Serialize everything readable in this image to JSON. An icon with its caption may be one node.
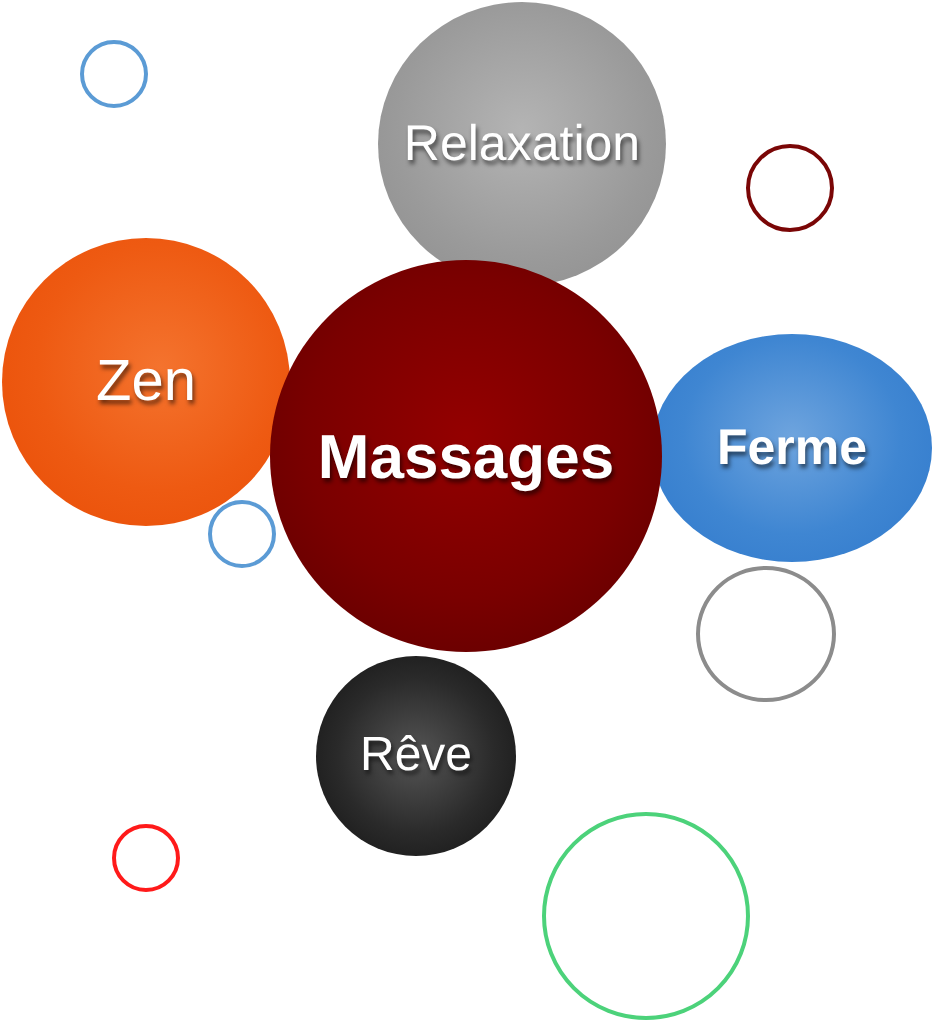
{
  "diagram": {
    "nodes": [
      {
        "text": [],
        "shape": "circle"
      },
      {
        "text": [
          "Relaxation"
        ]
      },
      {
        "text": [],
        "shape": "circle"
      },
      {
        "text": [
          "Zen"
        ]
      },
      {
        "text": [
          "Massages"
        ]
      },
      {
        "text": [
          "Ferme"
        ]
      },
      {
        "text": [],
        "shape": "circle"
      },
      {
        "text": [],
        "shape": "circle"
      },
      {
        "text": [
          "Rêve"
        ]
      },
      {
        "text": [],
        "shape": "circle"
      },
      {
        "text": [],
        "shape": "circle"
      }
    ]
  }
}
